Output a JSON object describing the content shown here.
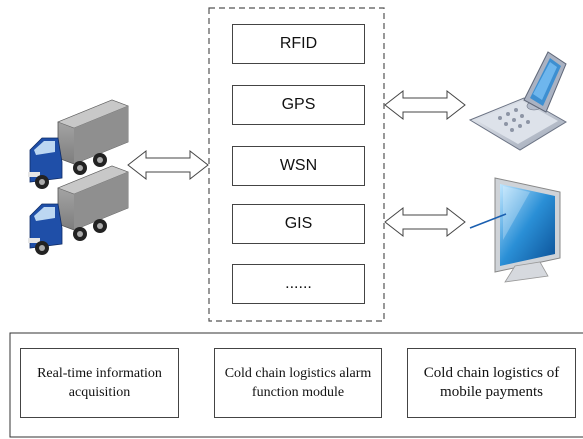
{
  "technologies": [
    "RFID",
    "GPS",
    "WSN",
    "GIS",
    "......"
  ],
  "functions": [
    "Real-time information acquisition",
    "Cold chain logistics alarm function module",
    "Cold chain logistics of mobile payments"
  ],
  "icons": {
    "trucks": "refrigerated-truck-icon",
    "phone": "mobile-phone-icon",
    "monitor": "computer-monitor-icon"
  },
  "colors": {
    "truck_cab": "#1f4fa8",
    "truck_body": "#9a9a9a",
    "phone_body": "#c4cad6",
    "monitor_screen": "#2a8fd6"
  }
}
